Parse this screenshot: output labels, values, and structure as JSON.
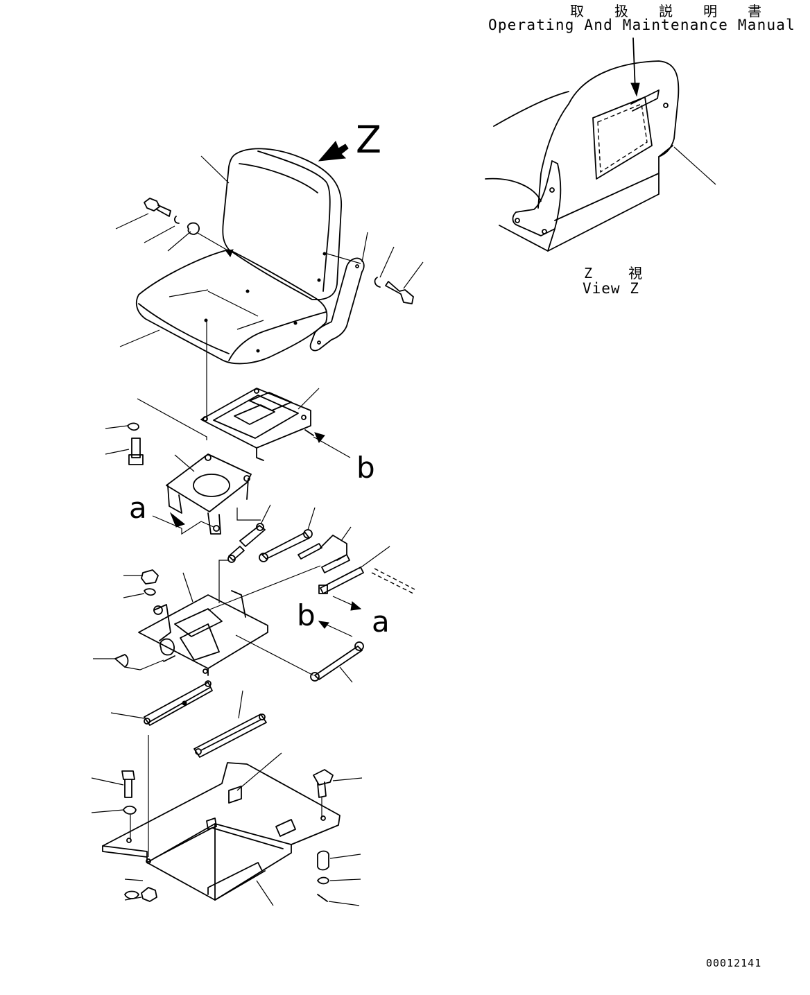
{
  "labels": {
    "manual_jp": "取 扱 説 明 書",
    "manual_en": "Operating And Maintenance Manual",
    "view_jp": "Z 視",
    "view_en": "View Z",
    "drawing_code": "00012141"
  },
  "markers": {
    "z": "Z",
    "a": "a",
    "b": "b"
  }
}
